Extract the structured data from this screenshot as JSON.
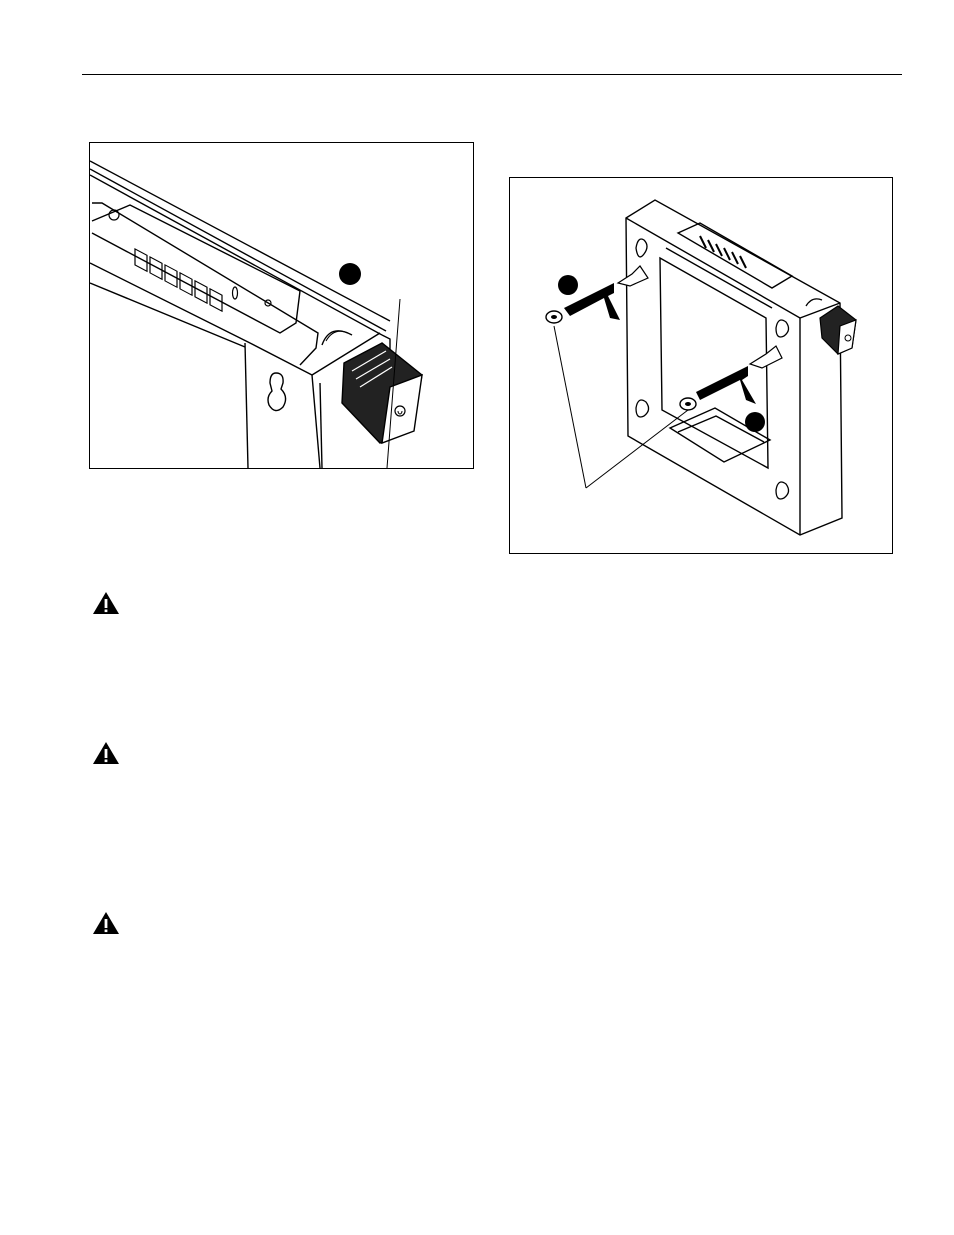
{
  "page": {
    "header_rule": true
  },
  "figures": [
    {
      "id": "figure-1",
      "callouts": 1,
      "icons": [
        "knob-icon",
        "keyhole-slot-icon",
        "callout-dot-icon"
      ]
    },
    {
      "id": "figure-2",
      "callouts": 2,
      "icons": [
        "screw-icon",
        "arrow-icon",
        "keyhole-slot-icon",
        "callout-dot-icon",
        "knob-icon"
      ]
    }
  ],
  "warnings": [
    {
      "icon": "warning-triangle-icon",
      "color": "#000000"
    },
    {
      "icon": "warning-triangle-icon",
      "color": "#000000"
    },
    {
      "icon": "warning-triangle-icon",
      "color": "#000000"
    }
  ]
}
